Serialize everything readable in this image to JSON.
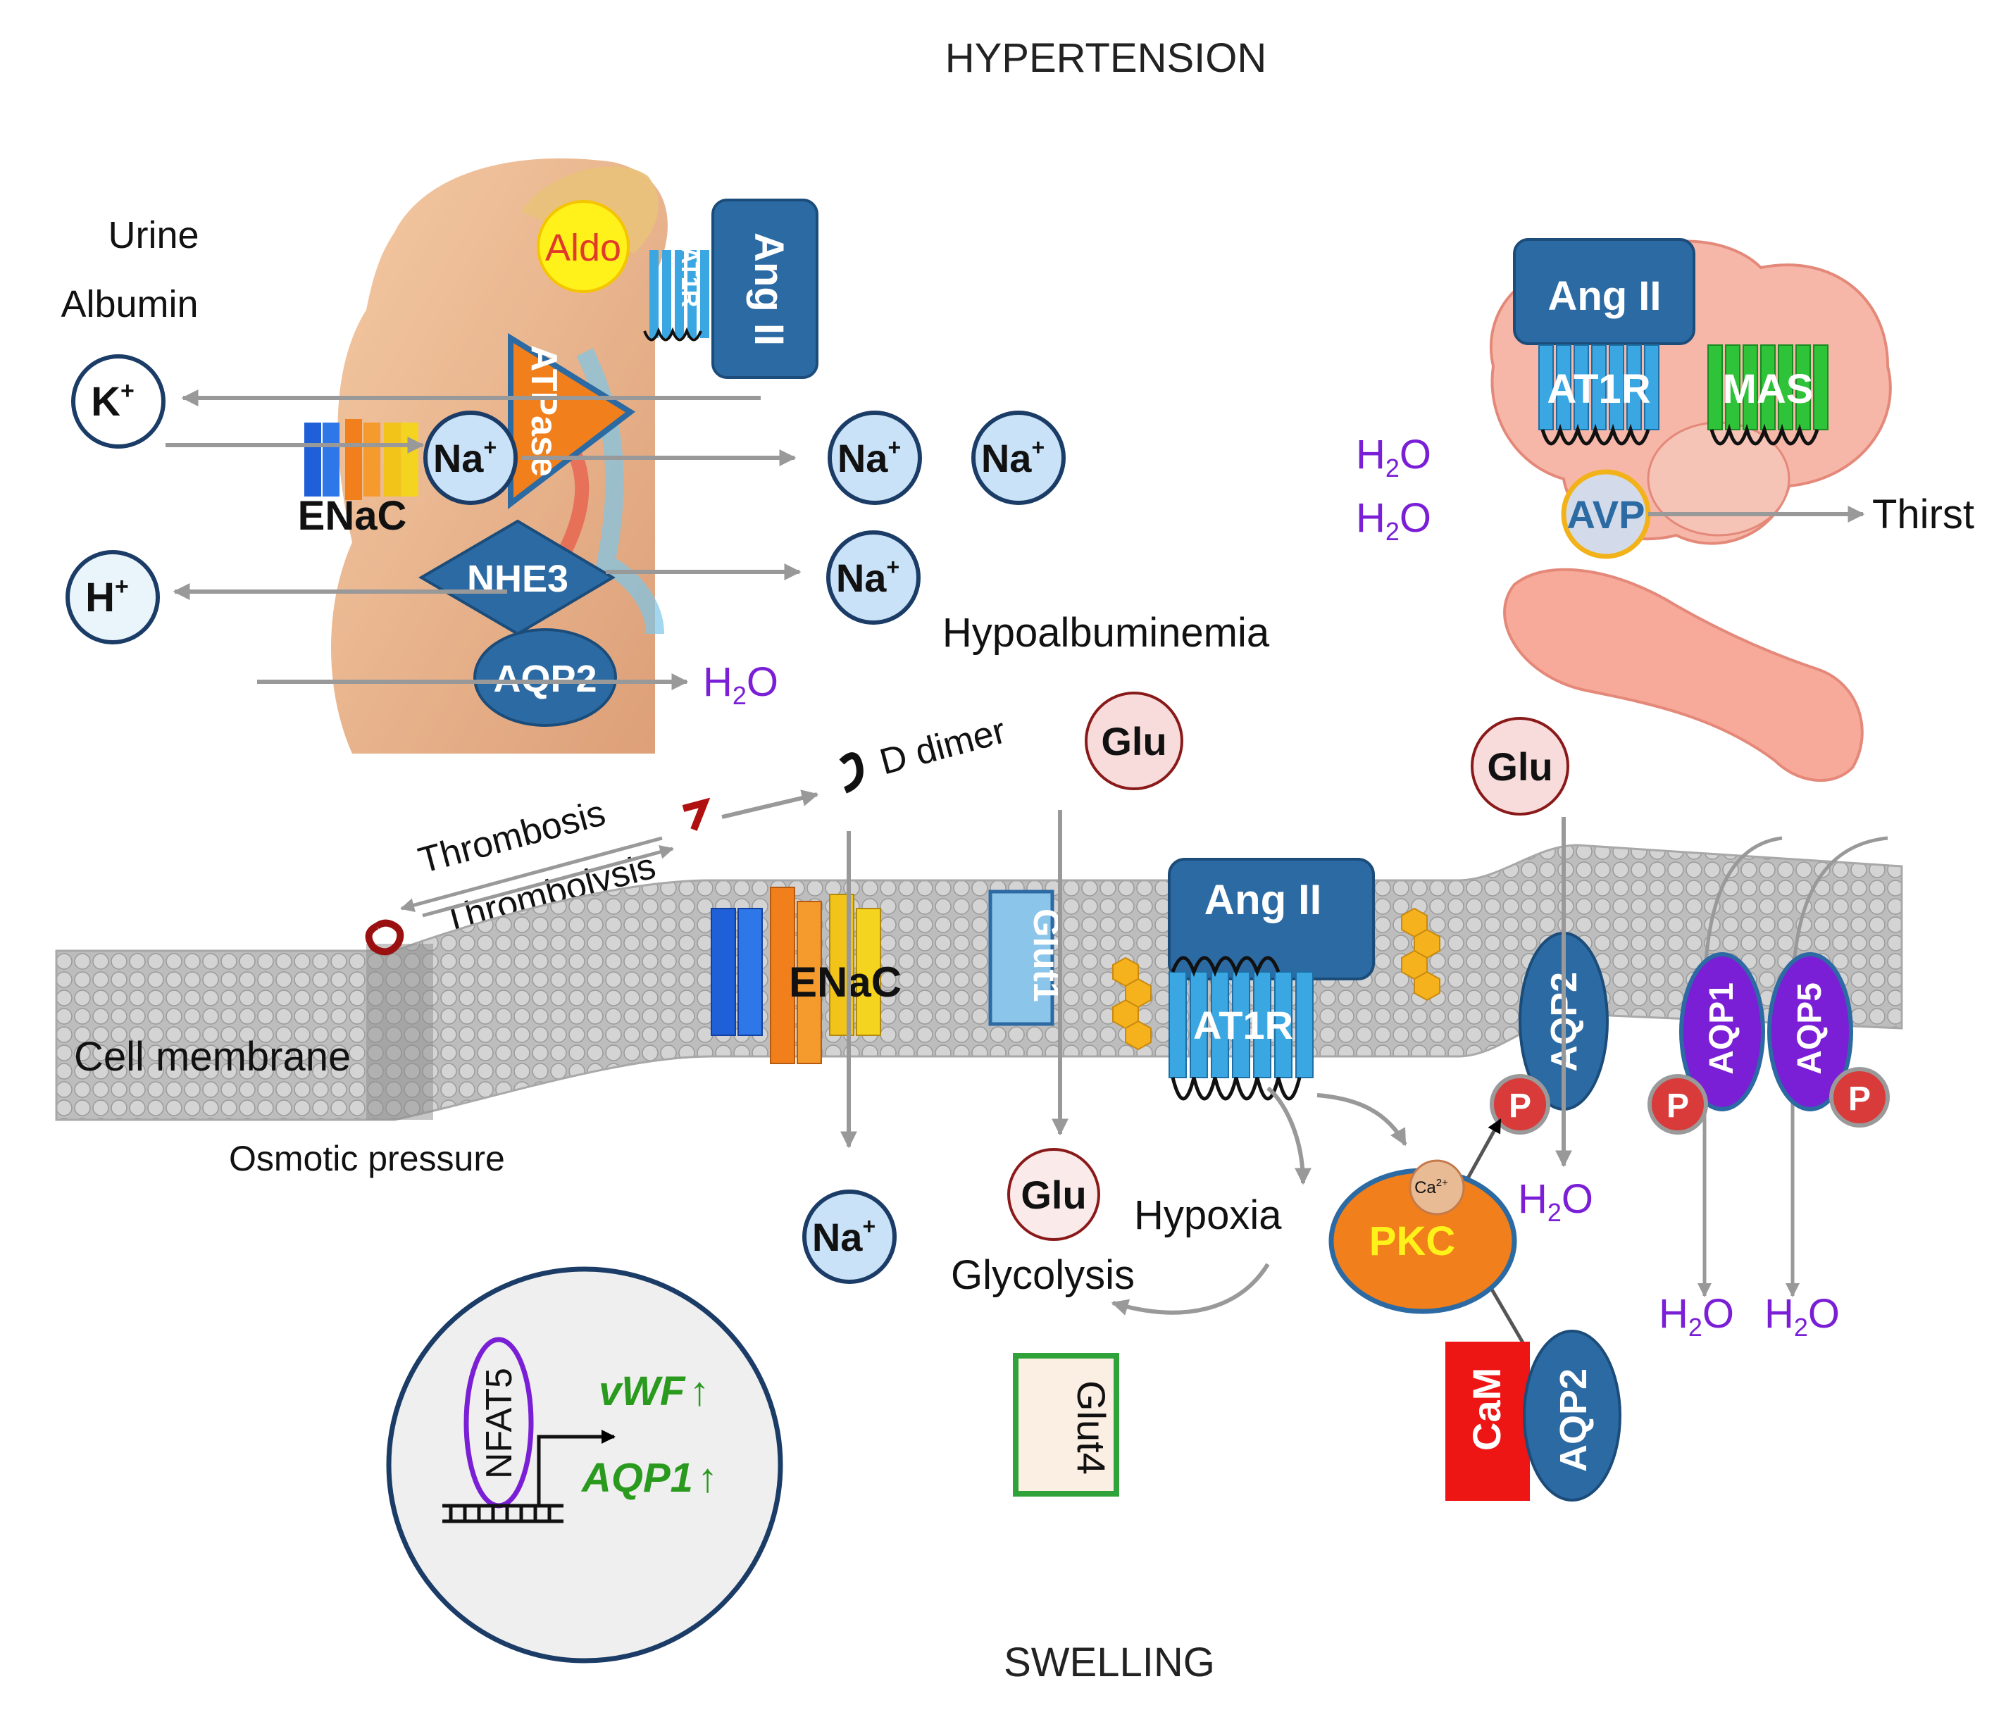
{
  "title_top": "HYPERTENSION",
  "title_bottom": "SWELLING",
  "kidney": {
    "urine": "Urine",
    "albumin": "Albumin",
    "aldo": "Aldo",
    "at1r_small": "AT1R",
    "ang2": "Ang II",
    "atpase": "ATPase",
    "enac": "ENaC",
    "nhe3": "NHE3",
    "aqp2": "AQP2",
    "k_ion": "K",
    "k_sup": "+",
    "h_ion": "H",
    "h_sup": "+",
    "na_ion": "Na",
    "na_sup": "+",
    "h2o_h": "H",
    "h2o_sub": "2",
    "h2o_o": "O"
  },
  "brain": {
    "ang2": "Ang II",
    "at1r": "AT1R",
    "mas": "MAS",
    "avp": "AVP",
    "thirst": "Thirst"
  },
  "middle": {
    "hypoalbuminemia": "Hypoalbuminemia",
    "d_dimer": "D dimer",
    "thrombosis": "Thrombosis",
    "thrombolysis": "Thrombolysis",
    "glu": "Glu"
  },
  "membrane": {
    "cell_membrane": "Cell membrane",
    "osmotic_pressure": "Osmotic pressure",
    "enac": "ENaC",
    "glut1": "Glut1",
    "ang2": "Ang II",
    "at1r": "AT1R",
    "aqp2": "AQP2",
    "aqp1": "AQP1",
    "aqp5": "AQP5",
    "p": "P"
  },
  "lower": {
    "hypoxia": "Hypoxia",
    "glycolysis": "Glycolysis",
    "glut4": "Glut4",
    "pkc": "PKC",
    "ca": "Ca",
    "ca_sup": "2+",
    "cam": "CaM",
    "aqp2": "AQP2"
  },
  "nucleus": {
    "nfat5": "NFAT5",
    "vwf": "vWF",
    "aqp1": "AQP1",
    "up_arrow": "↑"
  },
  "colors": {
    "blue_box": "#2c6aa3",
    "light_blue": "#3aa7e3",
    "green": "#2fc33a",
    "purple": "#7a1fd6",
    "orange": "#f07f1c",
    "red": "#e81f1f",
    "grey_arrow": "#999999",
    "gene_green": "#2a9a1e"
  }
}
